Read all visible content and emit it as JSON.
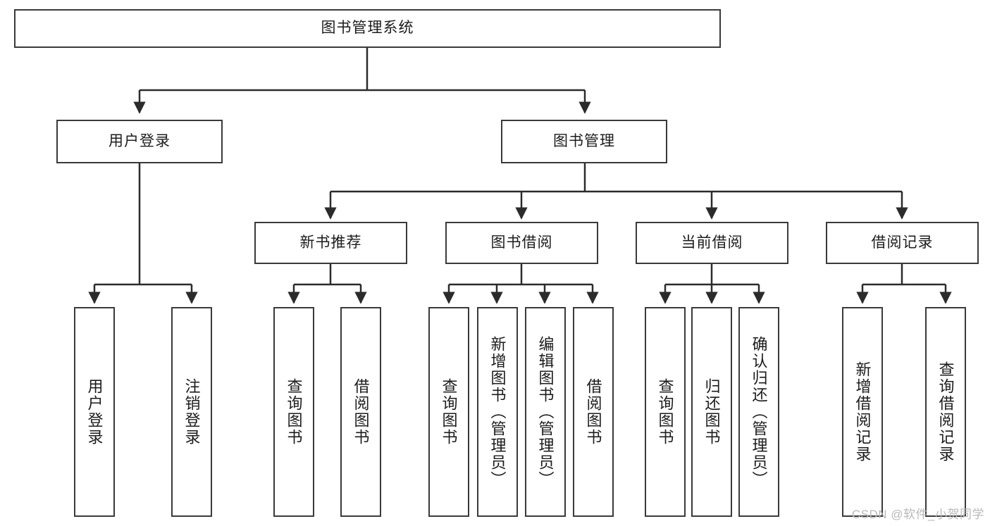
{
  "diagram": {
    "type": "tree-hierarchy",
    "title": "图书管理系统",
    "watermark": "CSDN @软件_小贺同学",
    "colors": {
      "box_border": "#3a3a3a",
      "box_fill": "#ffffff",
      "connector": "#2b2b2b",
      "text": "#1c1c1c",
      "watermark": "#b9b9b9"
    },
    "root": {
      "label": "图书管理系统"
    },
    "level2": [
      {
        "id": "user-login",
        "label": "用户登录"
      },
      {
        "id": "book-management",
        "label": "图书管理"
      }
    ],
    "level3": [
      {
        "id": "new-book-recommend",
        "label": "新书推荐",
        "parent": "book-management"
      },
      {
        "id": "book-borrow",
        "label": "图书借阅",
        "parent": "book-management"
      },
      {
        "id": "current-borrow",
        "label": "当前借阅",
        "parent": "book-management"
      },
      {
        "id": "borrow-record",
        "label": "借阅记录",
        "parent": "book-management"
      }
    ],
    "leaves": {
      "user_login": [
        {
          "id": "leaf-user-login",
          "label": "用户登录"
        },
        {
          "id": "leaf-logout-login",
          "label": "注销登录"
        }
      ],
      "new_book_recommend": [
        {
          "id": "leaf-query-book-1",
          "label": "查询图书"
        },
        {
          "id": "leaf-borrow-book-1",
          "label": "借阅图书"
        }
      ],
      "book_borrow": [
        {
          "id": "leaf-query-book-2",
          "label": "查询图书"
        },
        {
          "id": "leaf-add-book",
          "label": "新增图书（管理员）"
        },
        {
          "id": "leaf-edit-book",
          "label": "编辑图书（管理员）"
        },
        {
          "id": "leaf-borrow-book-2",
          "label": "借阅图书"
        }
      ],
      "current_borrow": [
        {
          "id": "leaf-query-book-3",
          "label": "查询图书"
        },
        {
          "id": "leaf-return-book",
          "label": "归还图书"
        },
        {
          "id": "leaf-confirm-return",
          "label": "确认归还（管理员）"
        }
      ],
      "borrow_record": [
        {
          "id": "leaf-add-record",
          "label": "新增借阅记录"
        },
        {
          "id": "leaf-query-record",
          "label": "查询借阅记录"
        }
      ]
    }
  }
}
